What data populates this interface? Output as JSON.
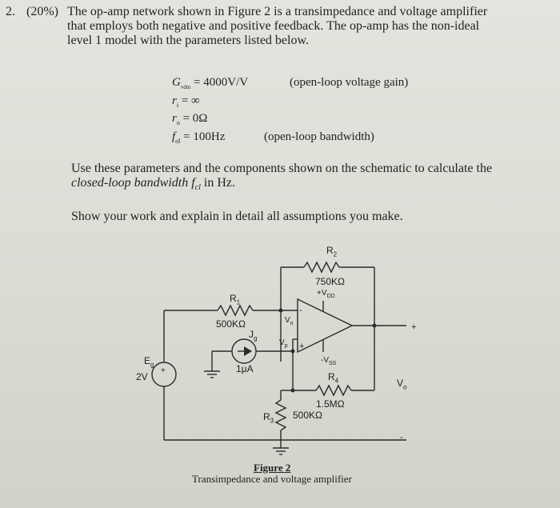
{
  "problem": {
    "number": "2.",
    "points": "(20%)",
    "intro_line1": "The op-amp network shown in Figure 2 is a transimpedance and voltage amplifier",
    "intro_line2": "that employs both negative and positive feedback. The op-amp has the non-ideal",
    "intro_line3": "level 1 model with the parameters listed below."
  },
  "params": [
    {
      "symbol": "G",
      "sub": "vdm",
      "value": "= 4000V/V",
      "note": "(open-loop voltage gain)"
    },
    {
      "symbol": "r",
      "sub": "i",
      "value": "= ∞",
      "note": ""
    },
    {
      "symbol": "r",
      "sub": "o",
      "value": "= 0Ω",
      "note": ""
    },
    {
      "symbol": "f",
      "sub": "ol",
      "value": "= 100Hz",
      "note": "(open-loop bandwidth)"
    }
  ],
  "task": {
    "line1": "Use these parameters and the components shown on the schematic to calculate the",
    "line2_italic": "closed-loop bandwidth f",
    "line2_sub": "cl",
    "line2_end": " in Hz.",
    "line3": "Show your work and explain in detail all assumptions you make."
  },
  "schematic": {
    "R2": {
      "name": "R",
      "sub": "2",
      "value": "750KΩ"
    },
    "R1": {
      "name": "R",
      "sub": "1",
      "value": "500KΩ"
    },
    "R3": {
      "name": "R",
      "sub": "3",
      "value": "500KΩ"
    },
    "R4": {
      "name": "R",
      "sub": "4",
      "value": "1.5MΩ"
    },
    "Jg": {
      "name": "J",
      "sub": "g",
      "value": "1μA"
    },
    "Eg": {
      "name": "E",
      "sub": "g",
      "value": "2V"
    },
    "vdd": "+V",
    "vdd_sub": "DD",
    "vss": "-V",
    "vss_sub": "SS",
    "vn": "V",
    "vn_sub": "n",
    "vp": "V",
    "vp_sub": "p",
    "vo": "V",
    "vo_sub": "o",
    "plus": "+",
    "minus": "-",
    "src_plus": "+",
    "src_minus": "−",
    "out_plus": "+",
    "out_minus": "-"
  },
  "caption": {
    "title": "Figure 2",
    "subtitle": "Transimpedance and voltage amplifier"
  }
}
